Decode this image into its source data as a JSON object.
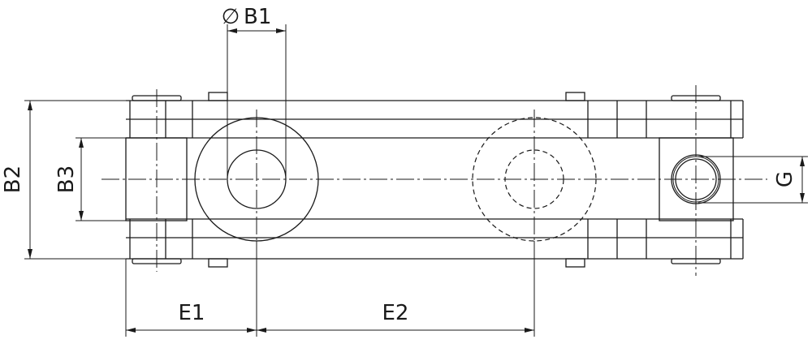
{
  "drawing": {
    "title": "Rod end / clevis joint dimension drawing",
    "dimensions": {
      "b1_symbol": "∅",
      "b1": "B1",
      "b2": "B2",
      "b3": "B3",
      "e1": "E1",
      "e2": "E2",
      "g": "G"
    },
    "line_color": "#1a1a1a"
  }
}
